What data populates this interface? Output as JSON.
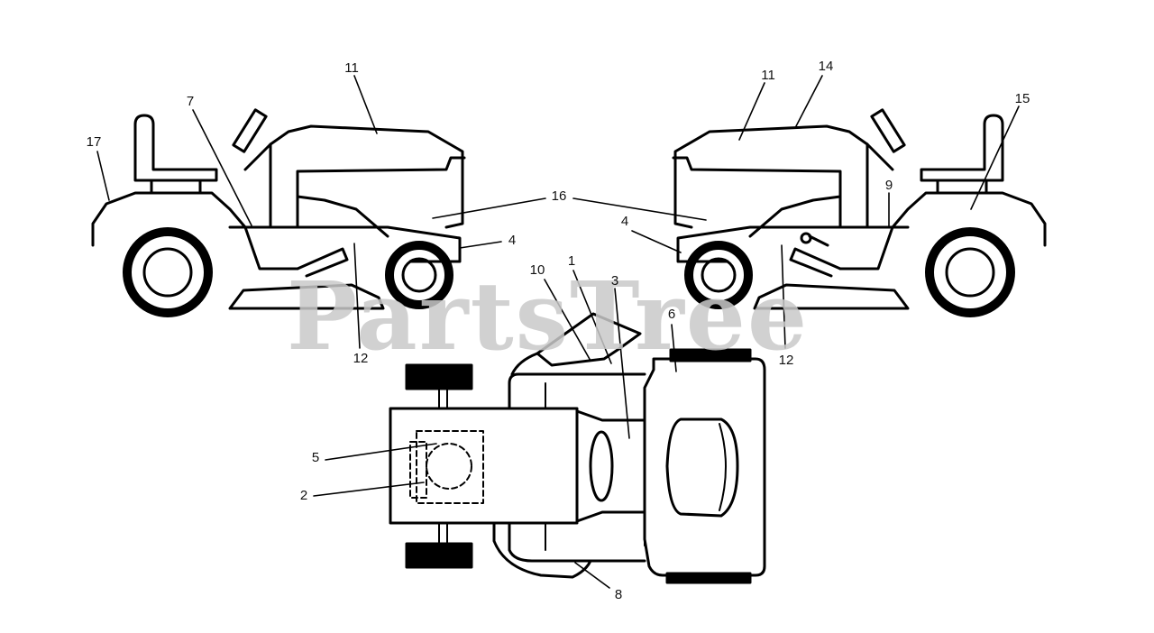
{
  "watermark": "PartsTree",
  "callouts": [
    {
      "id": "c17-left",
      "label": "17"
    },
    {
      "id": "c7-left",
      "label": "7"
    },
    {
      "id": "c11-left",
      "label": "11"
    },
    {
      "id": "c16",
      "label": "16"
    },
    {
      "id": "c4-left",
      "label": "4"
    },
    {
      "id": "c12-left",
      "label": "12"
    },
    {
      "id": "c11-right",
      "label": "11"
    },
    {
      "id": "c14-right",
      "label": "14"
    },
    {
      "id": "c15-right",
      "label": "15"
    },
    {
      "id": "c9-right",
      "label": "9"
    },
    {
      "id": "c4-right",
      "label": "4"
    },
    {
      "id": "c12-right",
      "label": "12"
    },
    {
      "id": "c10-top",
      "label": "10"
    },
    {
      "id": "c1-top",
      "label": "1"
    },
    {
      "id": "c3-top",
      "label": "3"
    },
    {
      "id": "c6-top",
      "label": "6"
    },
    {
      "id": "c5-top",
      "label": "5"
    },
    {
      "id": "c2-top",
      "label": "2"
    },
    {
      "id": "c8-top",
      "label": "8"
    }
  ]
}
